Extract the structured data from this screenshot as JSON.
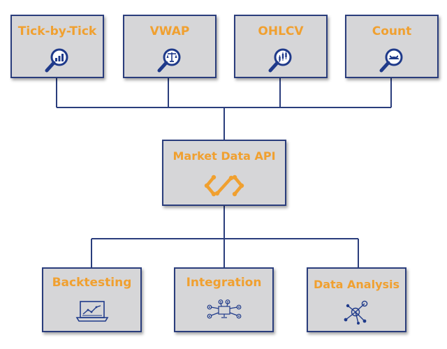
{
  "diagram": {
    "line_color": "#2a3d7c",
    "box_fill": "#d6d6d8",
    "label_color": "#f0a030",
    "icon_color": "#1f3a8a",
    "api_icon_color": "#f0a030",
    "top_nodes": [
      {
        "label": "Tick-by-Tick",
        "icon": "magnifier-chart-icon"
      },
      {
        "label": "VWAP",
        "icon": "magnifier-scales-icon"
      },
      {
        "label": "OHLCV",
        "icon": "magnifier-candles-icon"
      },
      {
        "label": "Count",
        "icon": "magnifier-count-icon"
      }
    ],
    "hub": {
      "label": "Market Data API",
      "icon": "api-code-icon"
    },
    "bottom_nodes": [
      {
        "label": "Backtesting",
        "icon": "laptop-chart-icon"
      },
      {
        "label": "Integration",
        "icon": "monitor-network-icon"
      },
      {
        "label": "Data Analysis",
        "icon": "network-nodes-icon"
      }
    ]
  }
}
